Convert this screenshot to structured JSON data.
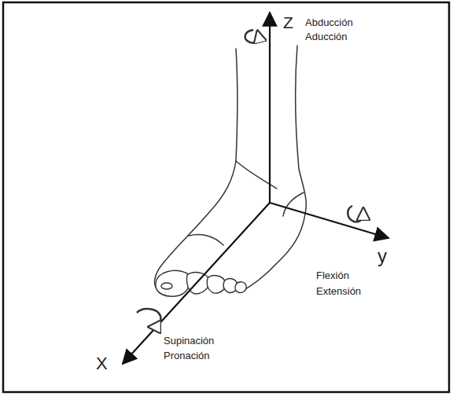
{
  "diagram": {
    "labels": [
      "Z",
      "Abducción",
      "Aducción",
      "y",
      "Flexión",
      "Extensión",
      "X",
      "Supinación",
      "Pronación"
    ]
  }
}
